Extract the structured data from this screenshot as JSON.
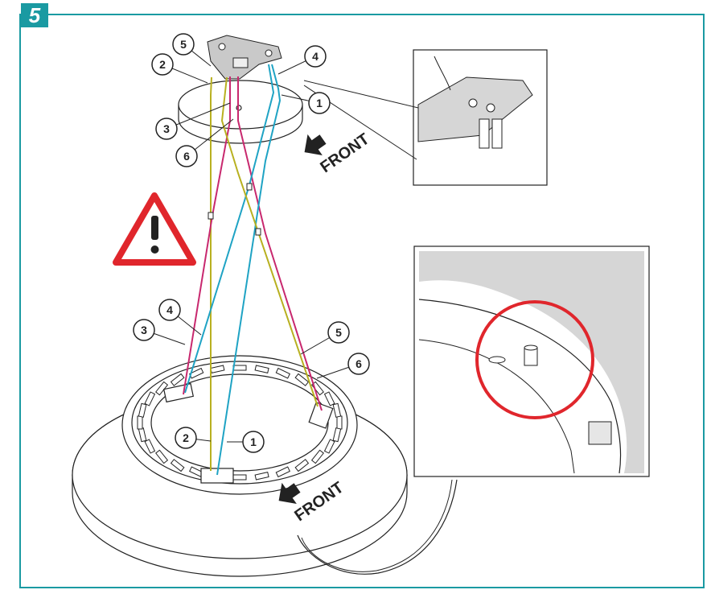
{
  "step": {
    "number": "5"
  },
  "labels": {
    "front_top": "FRONT",
    "front_bottom": "FRONT"
  },
  "callouts": {
    "top_5": "5",
    "top_2": "2",
    "top_4": "4",
    "top_1": "1",
    "top_3": "3",
    "top_6": "6",
    "mid_4": "4",
    "mid_3": "3",
    "mid_5": "5",
    "mid_6": "6",
    "bot_2": "2",
    "bot_1": "1"
  },
  "colors": {
    "accent": "#1a9aa2",
    "warning_red": "#e0262c",
    "wire_yellow": "#b8b020",
    "wire_magenta": "#c8286e",
    "wire_cyan": "#1fa3c4",
    "detail_gray": "#d6d6d6"
  },
  "icons": [
    "warning-triangle-icon",
    "front-arrow-icon"
  ]
}
